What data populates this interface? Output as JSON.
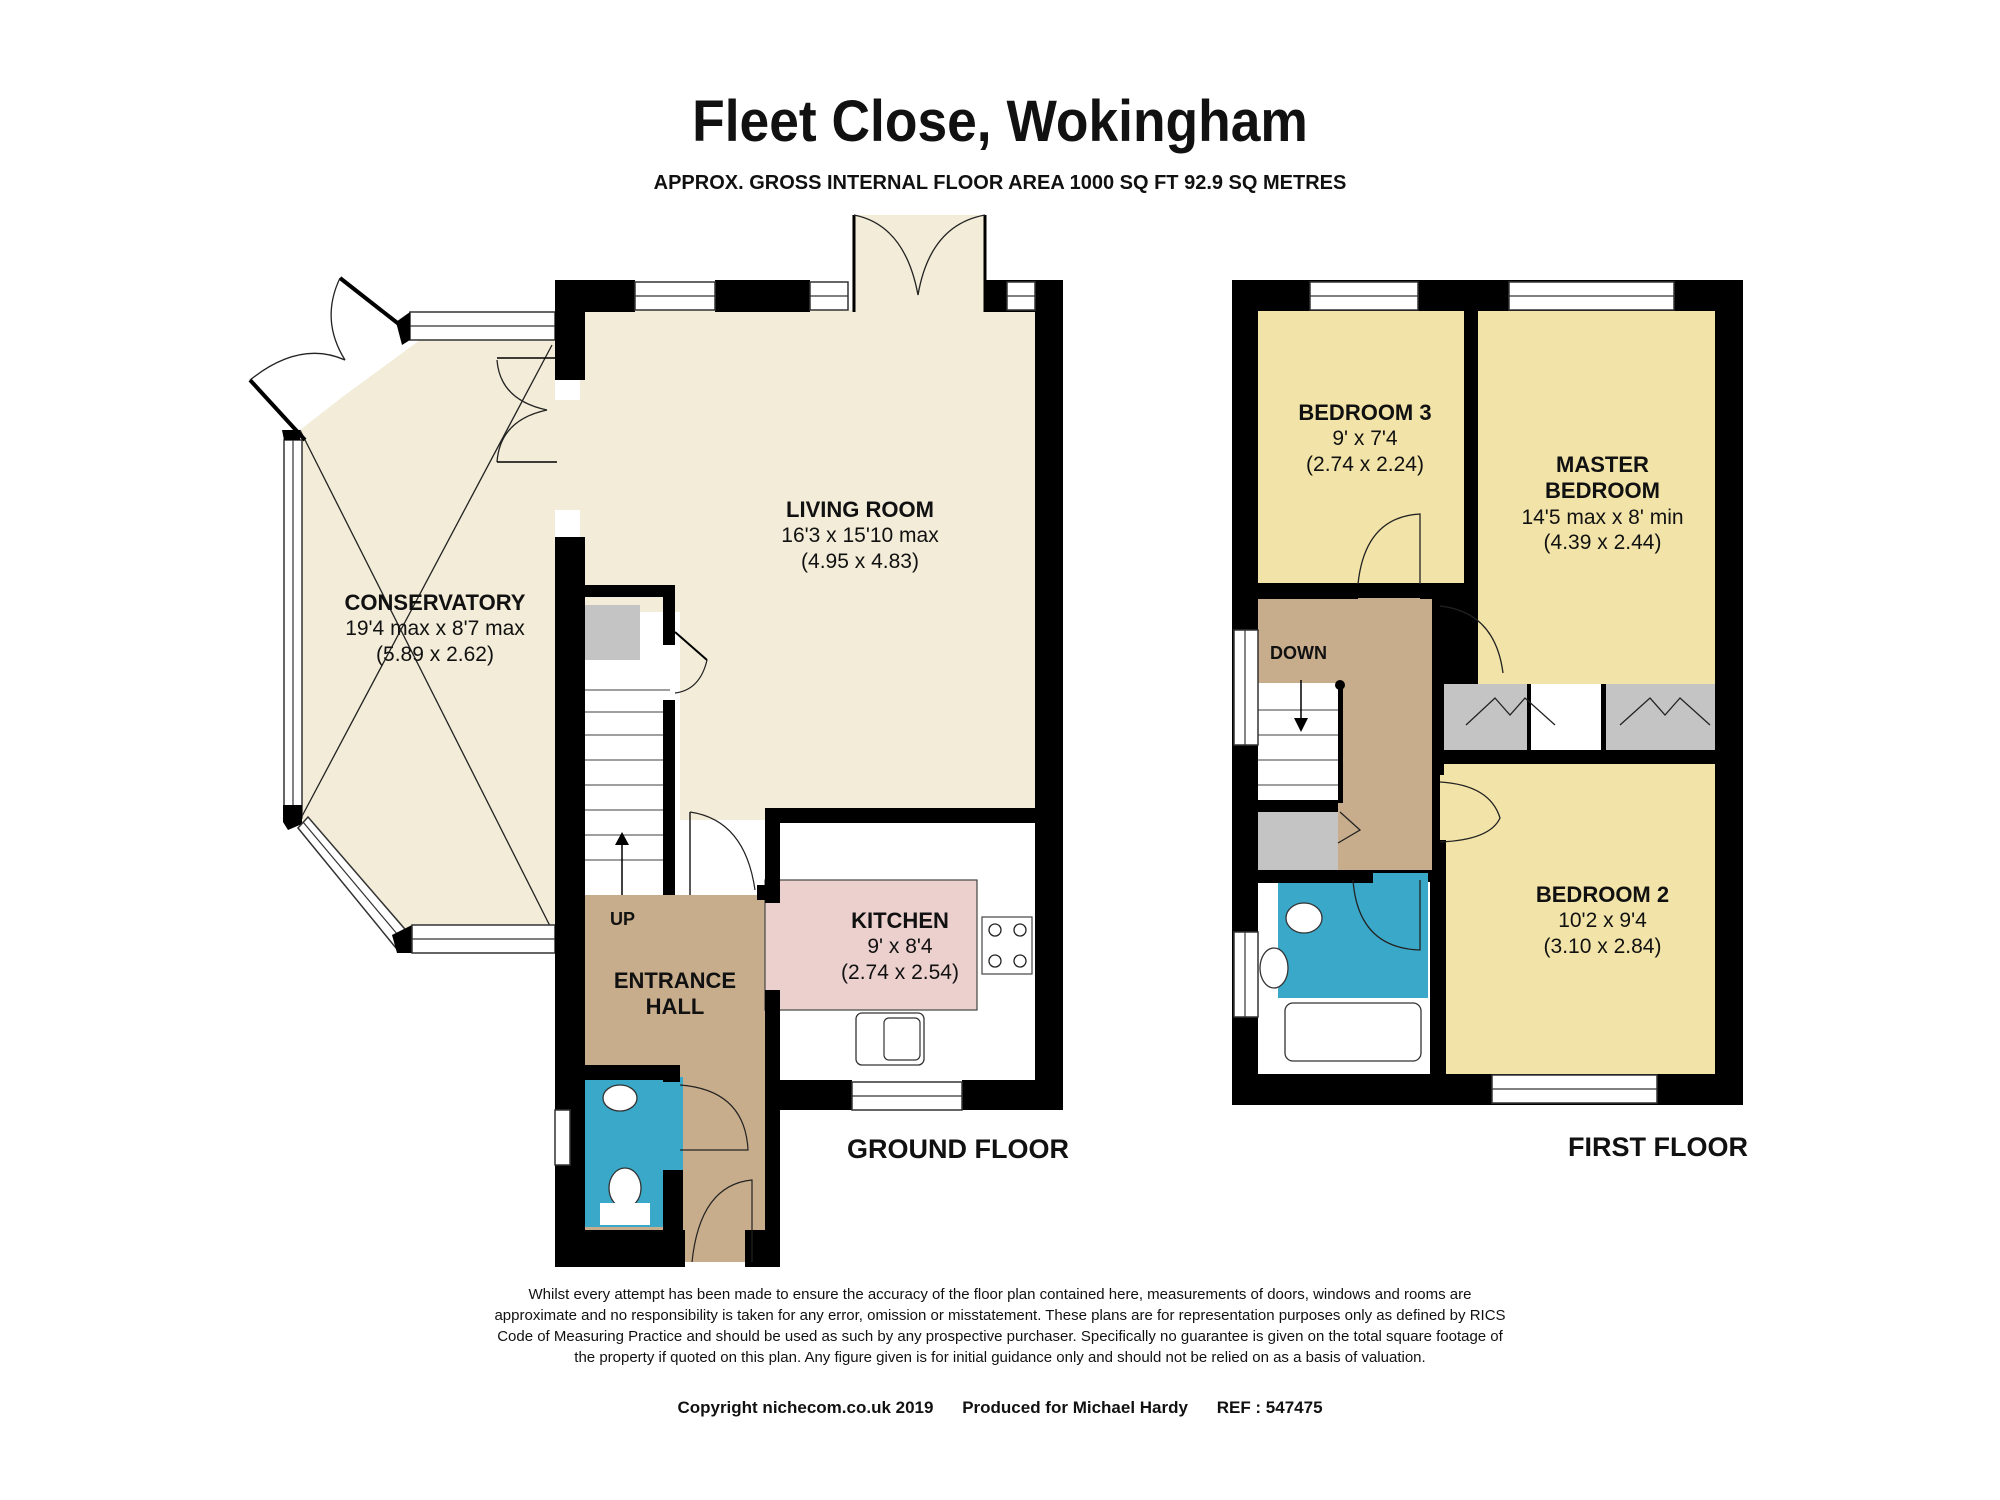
{
  "header": {
    "title": "Fleet Close, Wokingham",
    "subtitle": "APPROX. GROSS INTERNAL FLOOR AREA 1000 SQ FT 92.9 SQ METRES"
  },
  "colors": {
    "wall": "#000000",
    "living": "#f2ecd8",
    "bedroom": "#f2e4a8",
    "hall": "#c8ad8c",
    "kitchen": "#ecd0ce",
    "bathroom": "#3aa8c8",
    "storage": "#c4c4c4",
    "window": "#ffffff"
  },
  "ground_floor": {
    "label": "GROUND FLOOR",
    "rooms": [
      {
        "name": "LIVING ROOM",
        "imperial": "16'3 x 15'10 max",
        "metric": "(4.95 x 4.83)"
      },
      {
        "name": "CONSERVATORY",
        "imperial": "19'4 max x 8'7 max",
        "metric": "(5.89 x 2.62)"
      },
      {
        "name": "KITCHEN",
        "imperial": "9' x 8'4",
        "metric": "(2.74 x 2.54)"
      },
      {
        "name": "ENTRANCE",
        "name2": "HALL"
      }
    ],
    "stairs_label": "UP"
  },
  "first_floor": {
    "label": "FIRST FLOOR",
    "rooms": [
      {
        "name": "BEDROOM 3",
        "imperial": "9' x 7'4",
        "metric": "(2.74 x 2.24)"
      },
      {
        "name": "MASTER",
        "name2": "BEDROOM",
        "imperial": "14'5 max x 8' min",
        "metric": "(4.39 x 2.44)"
      },
      {
        "name": "BEDROOM 2",
        "imperial": "10'2 x 9'4",
        "metric": "(3.10 x 2.84)"
      }
    ],
    "stairs_label": "DOWN"
  },
  "footer": {
    "disclaimer": "Whilst every attempt has been made to ensure the accuracy of the floor plan contained here, measurements of doors, windows and rooms are approximate and no responsibility is taken for any error, omission or misstatement. These plans are for representation purposes only as defined by RICS Code of Measuring Practice and should be used as such by any prospective purchaser. Specifically no guarantee is given on the total square footage of the property if quoted on this plan. Any figure given is for initial guidance only and should not be relied on as a basis of valuation.",
    "copyright": "Copyright nichecom.co.uk 2019",
    "produced_for": "Produced for Michael Hardy",
    "ref": "REF : 547475"
  }
}
